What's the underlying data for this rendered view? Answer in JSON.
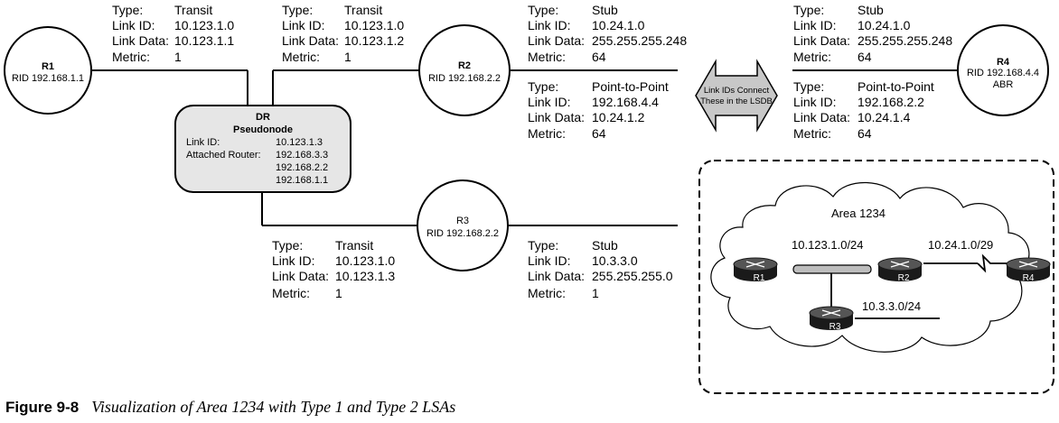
{
  "nodes": {
    "r1": {
      "name": "R1",
      "rid": "RID 192.168.1.1"
    },
    "r2": {
      "name": "R2",
      "rid": "RID 192.168.2.2"
    },
    "r3": {
      "name": "R3",
      "rid": "RID 192.168.2.2"
    },
    "r4": {
      "name": "R4",
      "rid": "RID 192.168.4.4",
      "role": "ABR"
    }
  },
  "dr": {
    "title": "DR",
    "subtitle": "Pseudonode",
    "link_id_label": "Link ID:",
    "link_id_value": "10.123.1.3",
    "attached_label": "Attached Router:",
    "attached_routers": [
      "192.168.3.3",
      "192.168.2.2",
      "192.168.1.1"
    ]
  },
  "lsa_blocks": [
    {
      "id": "r1-transit",
      "rows": [
        [
          "Type:",
          "Transit"
        ],
        [
          "Link ID:",
          "10.123.1.0"
        ],
        [
          "Link Data:",
          "10.123.1.1"
        ],
        [
          "Metric:",
          "1"
        ]
      ]
    },
    {
      "id": "r2-transit",
      "rows": [
        [
          "Type:",
          "Transit"
        ],
        [
          "Link ID:",
          "10.123.1.0"
        ],
        [
          "Link Data:",
          "10.123.1.2"
        ],
        [
          "Metric:",
          "1"
        ]
      ]
    },
    {
      "id": "r2-stub",
      "rows": [
        [
          "Type:",
          "Stub"
        ],
        [
          "Link ID:",
          "10.24.1.0"
        ],
        [
          "Link Data:",
          "255.255.255.248"
        ],
        [
          "Metric:",
          "64"
        ]
      ]
    },
    {
      "id": "r2-p2p",
      "rows": [
        [
          "Type:",
          "Point-to-Point"
        ],
        [
          "Link ID:",
          "192.168.4.4"
        ],
        [
          "Link Data:",
          "10.24.1.2"
        ],
        [
          "Metric:",
          "64"
        ]
      ]
    },
    {
      "id": "r4-stub",
      "rows": [
        [
          "Type:",
          "Stub"
        ],
        [
          "Link ID:",
          "10.24.1.0"
        ],
        [
          "Link Data:",
          "255.255.255.248"
        ],
        [
          "Metric:",
          "64"
        ]
      ]
    },
    {
      "id": "r4-p2p",
      "rows": [
        [
          "Type:",
          "Point-to-Point"
        ],
        [
          "Link ID:",
          "192.168.2.2"
        ],
        [
          "Link Data:",
          "10.24.1.4"
        ],
        [
          "Metric:",
          "64"
        ]
      ]
    },
    {
      "id": "r3-transit",
      "rows": [
        [
          "Type:",
          "Transit"
        ],
        [
          "Link ID:",
          "10.123.1.0"
        ],
        [
          "Link Data:",
          "10.123.1.3"
        ],
        [
          "Metric:",
          "1"
        ]
      ]
    },
    {
      "id": "r3-stub",
      "rows": [
        [
          "Type:",
          "Stub"
        ],
        [
          "Link ID:",
          "10.3.3.0"
        ],
        [
          "Link Data:",
          "255.255.255.0"
        ],
        [
          "Metric:",
          "1"
        ]
      ]
    }
  ],
  "arrow": {
    "line1": "Link IDs Connect",
    "line2": "These in the LSDB"
  },
  "topology": {
    "area": "Area 1234",
    "net_r1_r2": "10.123.1.0/24",
    "net_r2_r4": "10.24.1.0/29",
    "net_r3": "10.3.3.0/24",
    "routers": [
      "R1",
      "R2",
      "R3",
      "R4"
    ]
  },
  "caption": {
    "label": "Figure 9-8",
    "text": "Visualization of Area 1234 with Type 1 and Type 2 LSAs"
  }
}
